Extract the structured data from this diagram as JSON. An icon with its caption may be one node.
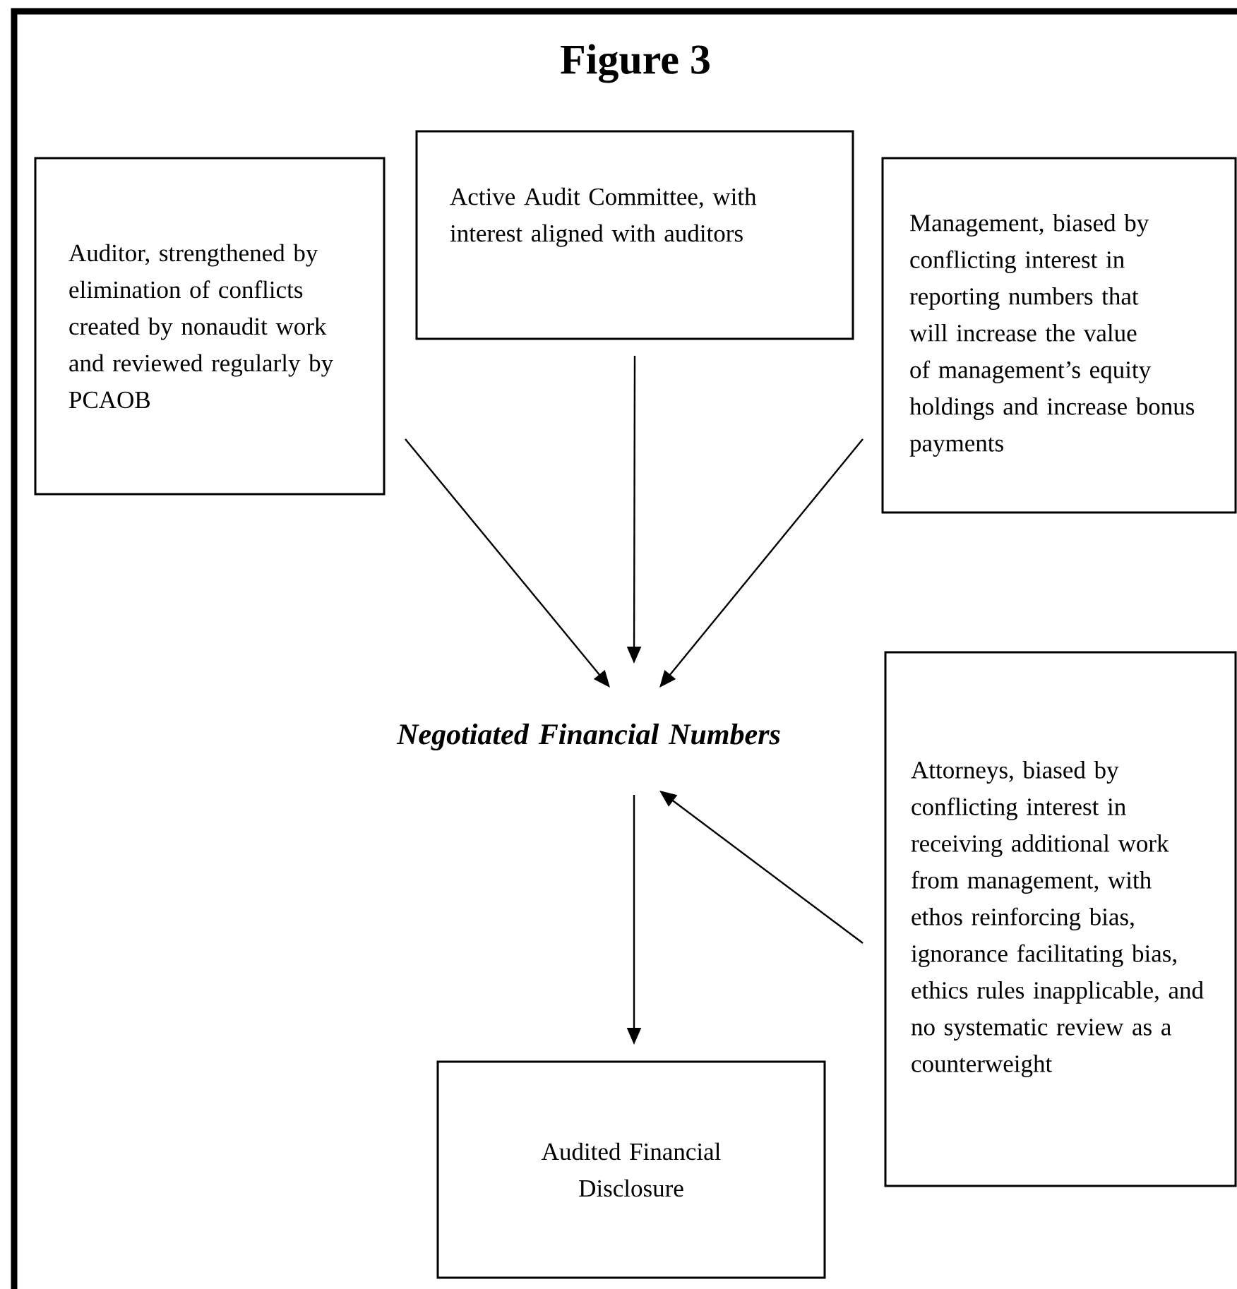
{
  "diagram": {
    "title": "Figure 3",
    "nodes": [
      {
        "text": [
          "Auditor, strengthened by elimination of conflicts created by nonaudit work and reviewed regularly by PCAOB"
        ]
      },
      {
        "text": [
          "Active Audit Committee, with interest aligned with auditors"
        ]
      },
      {
        "text": [
          "Management, biased by conflicting interest in reporting numbers that will increase the value of management’s equity holdings and increase bonus payments"
        ]
      },
      {
        "text": [
          "Negotiated Financial Numbers"
        ]
      },
      {
        "text": [
          "Attorneys, biased by conflicting interest in receiving additional work from management, with ethos reinforcing bias, ignorance facilitating bias, ethics rules inapplicable, and no systematic review as a counterweight"
        ]
      },
      {
        "text": [
          "Audited Financial Disclosure"
        ]
      }
    ],
    "edges": [
      {
        "from": 0,
        "to": 3,
        "arrow": "to"
      },
      {
        "from": 1,
        "to": 3,
        "arrow": "to"
      },
      {
        "from": 2,
        "to": 3,
        "arrow": "to"
      },
      {
        "from": 3,
        "to": 5,
        "arrow": "to"
      },
      {
        "from": 4,
        "to": 3,
        "arrow": "to"
      }
    ]
  }
}
